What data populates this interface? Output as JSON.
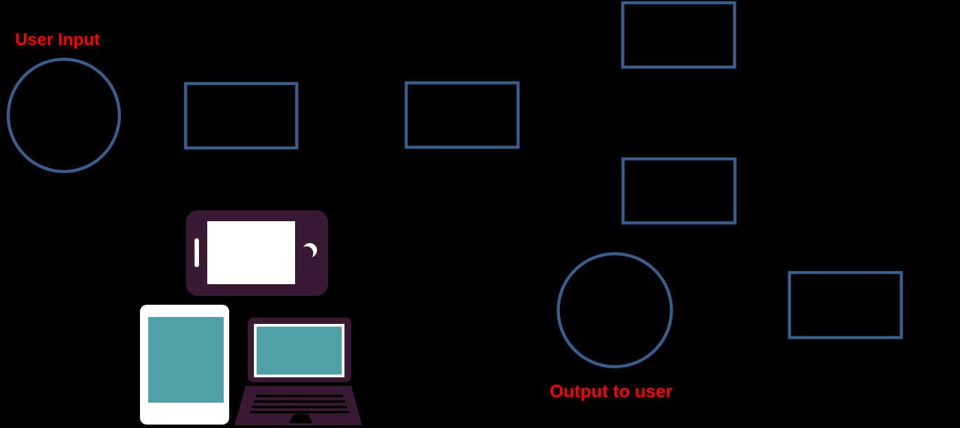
{
  "canvas": {
    "background_color": "#000000"
  },
  "labels": {
    "input": "User Input",
    "output": "Output to user"
  },
  "colors": {
    "node_outline_blue": "#3A5E8C",
    "label_red": "#FF0000",
    "device_body_purple": "#3A1A33",
    "device_screen_teal": "#4FA0A5",
    "device_screen_white": "#FFFFFF",
    "background_black": "#000000"
  },
  "diagram": {
    "nodes": [
      {
        "name": "user-input-circle",
        "shape": "circle",
        "text": "",
        "caption": "User Input"
      },
      {
        "name": "process-box-1",
        "shape": "rectangle",
        "text": ""
      },
      {
        "name": "process-box-2",
        "shape": "rectangle",
        "text": ""
      },
      {
        "name": "process-box-top-right",
        "shape": "rectangle",
        "text": ""
      },
      {
        "name": "process-box-mid-right",
        "shape": "rectangle",
        "text": ""
      },
      {
        "name": "output-circle",
        "shape": "circle",
        "text": "",
        "caption": "Output to user"
      },
      {
        "name": "process-box-far-right",
        "shape": "rectangle",
        "text": ""
      }
    ],
    "device_icons": [
      {
        "name": "smartphone-icon"
      },
      {
        "name": "tablet-icon"
      },
      {
        "name": "laptop-icon"
      }
    ]
  }
}
